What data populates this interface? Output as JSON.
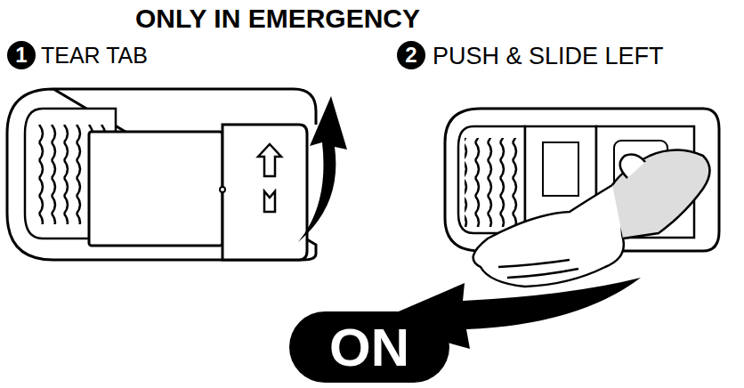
{
  "diagram": {
    "title": "ONLY IN EMERGENCY",
    "nodes": [
      {
        "text": [
          "1"
        ]
      },
      {
        "text": [
          "2"
        ]
      },
      {
        "text": [
          "ON"
        ]
      }
    ],
    "labels": [
      "TEAR TAB",
      "PUSH & SLIDE LEFT"
    ]
  }
}
